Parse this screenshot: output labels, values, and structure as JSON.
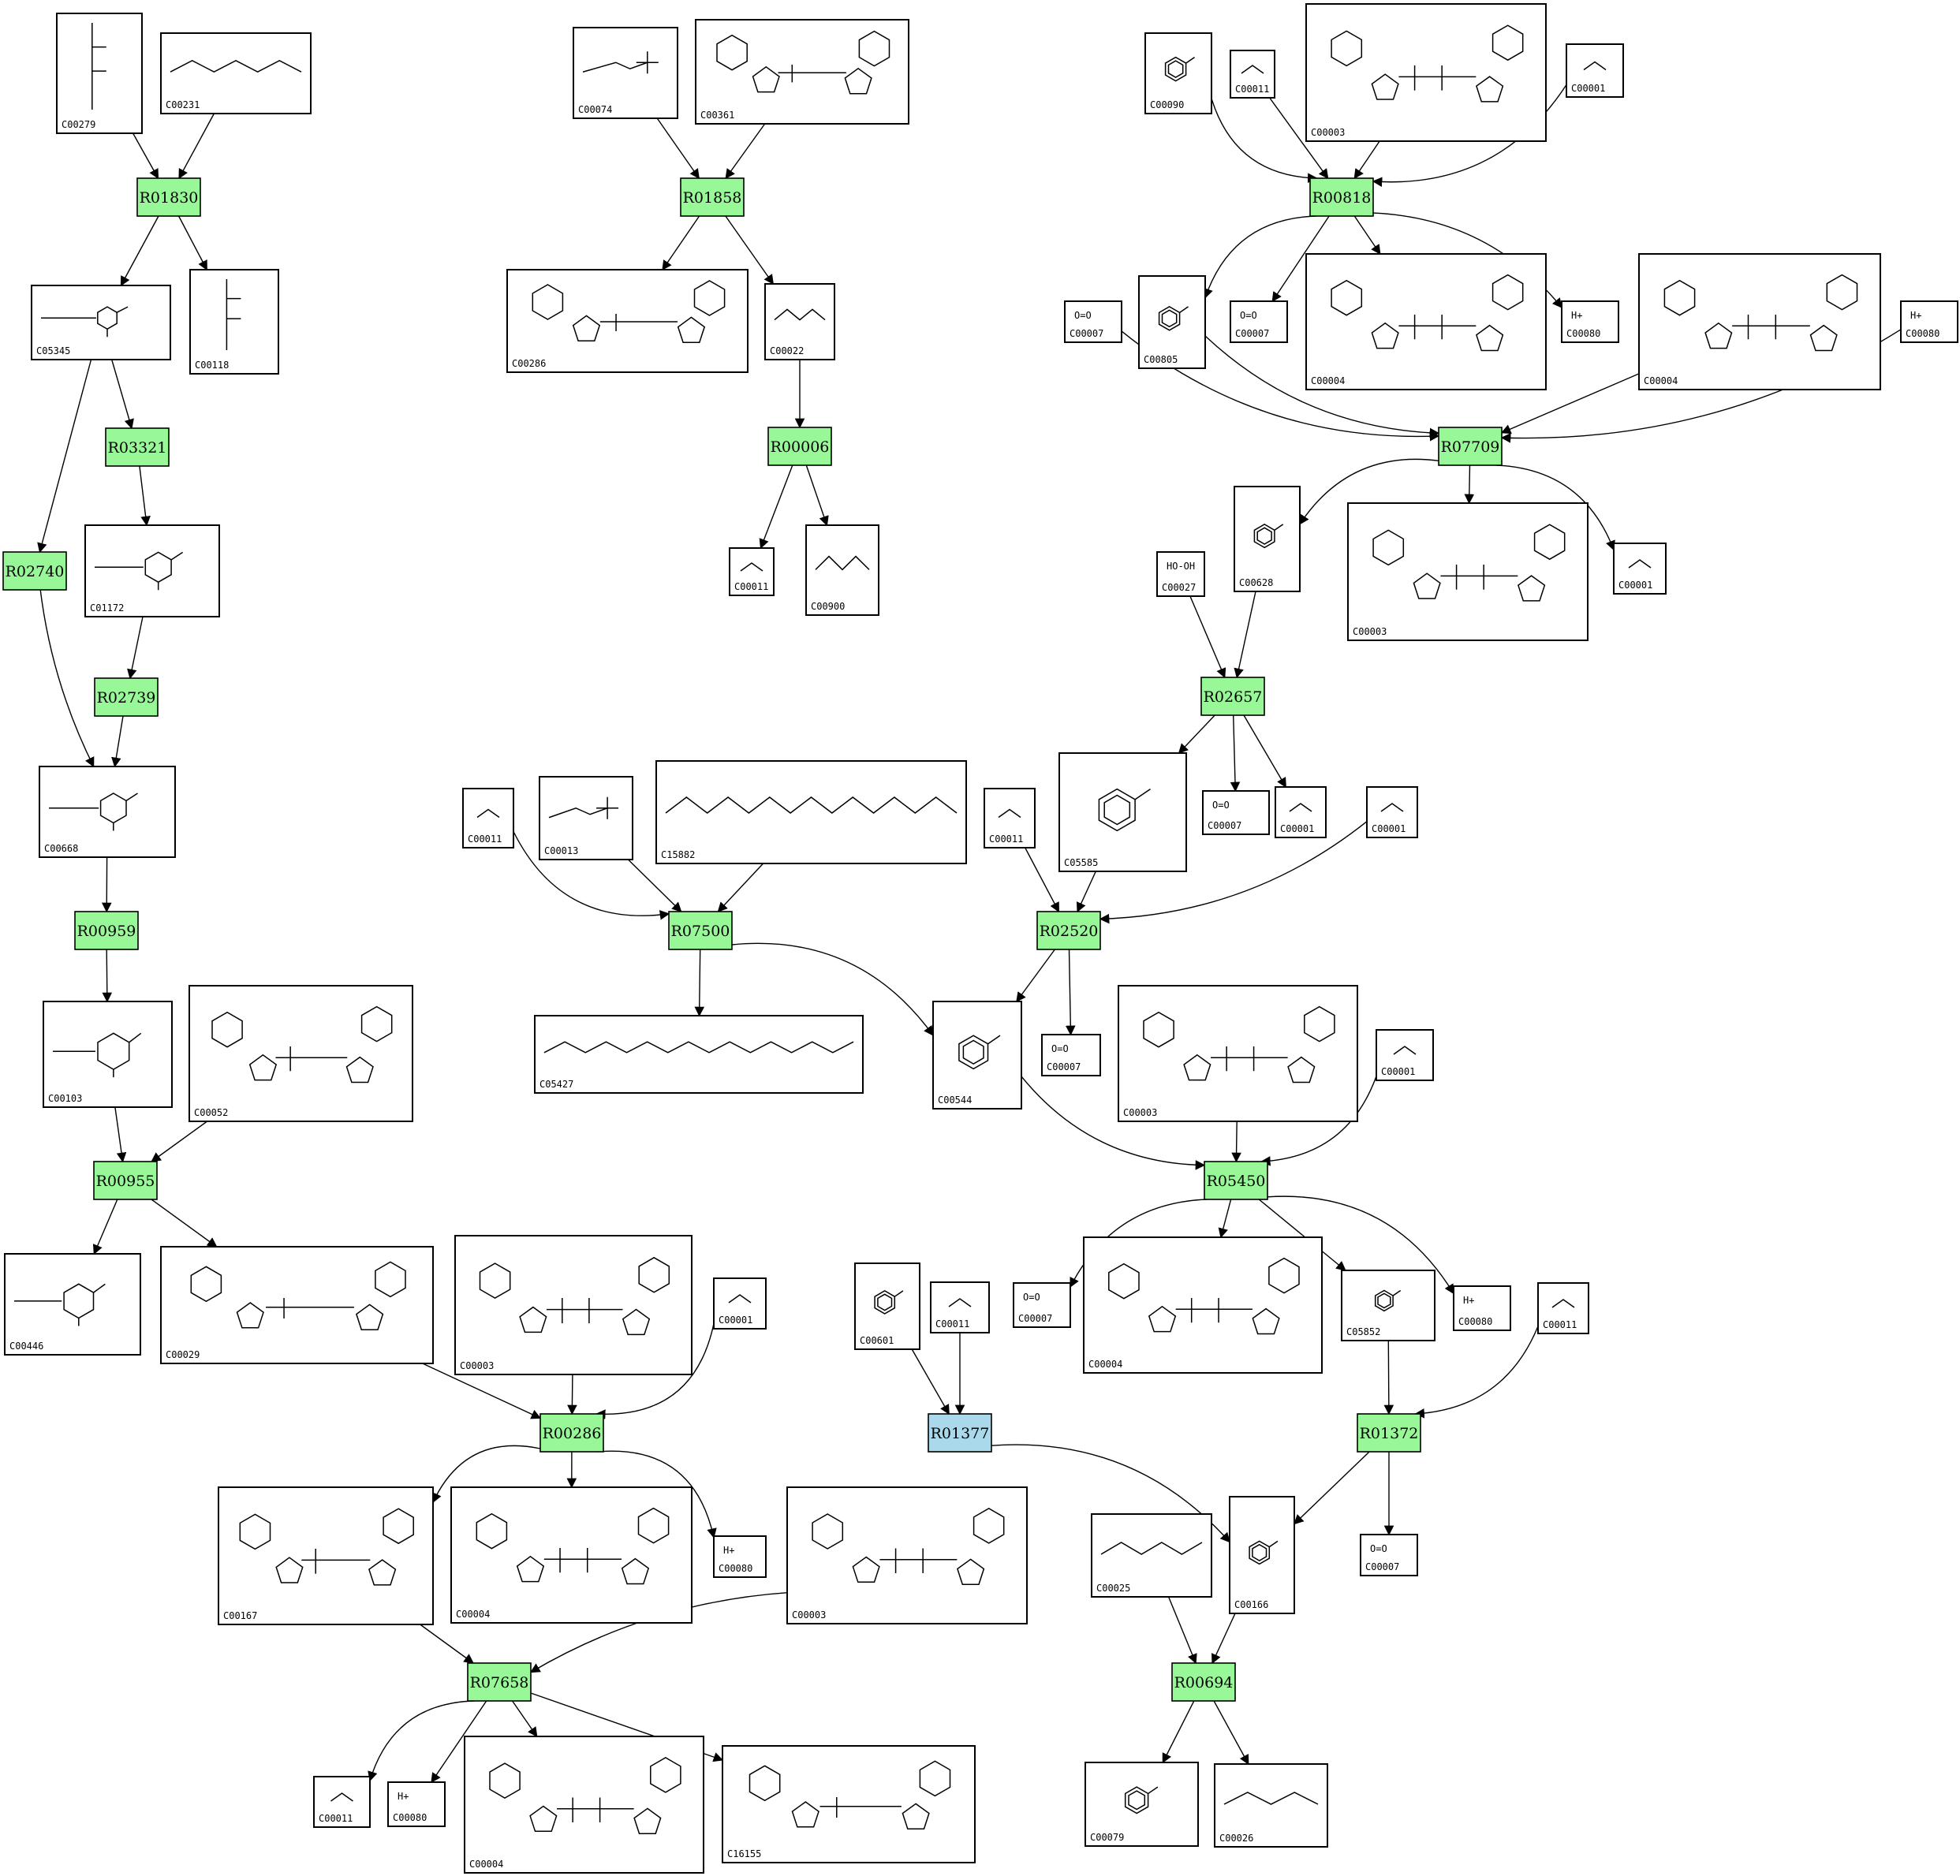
{
  "colors": {
    "reaction_fill": "#98f898",
    "highlight_reaction_fill": "#a9d9ea",
    "compound_fill": "#ffffff",
    "line": "#000000"
  },
  "reactions": [
    {
      "id": "R01830",
      "highlight": false
    },
    {
      "id": "R01858",
      "highlight": false
    },
    {
      "id": "R00818",
      "highlight": false
    },
    {
      "id": "R03321",
      "highlight": false
    },
    {
      "id": "R02740",
      "highlight": false
    },
    {
      "id": "R02739",
      "highlight": false
    },
    {
      "id": "R00006",
      "highlight": false
    },
    {
      "id": "R07709",
      "highlight": false
    },
    {
      "id": "R02657",
      "highlight": false
    },
    {
      "id": "R00959",
      "highlight": false
    },
    {
      "id": "R07500",
      "highlight": false
    },
    {
      "id": "R02520",
      "highlight": false
    },
    {
      "id": "R00955",
      "highlight": false
    },
    {
      "id": "R05450",
      "highlight": false
    },
    {
      "id": "R00286",
      "highlight": false
    },
    {
      "id": "R01377",
      "highlight": true
    },
    {
      "id": "R01372",
      "highlight": false
    },
    {
      "id": "R07658",
      "highlight": false
    },
    {
      "id": "R00694",
      "highlight": false
    }
  ],
  "compounds": [
    {
      "id": "C00279",
      "formula": ""
    },
    {
      "id": "C00231",
      "formula": ""
    },
    {
      "id": "C00074",
      "formula": ""
    },
    {
      "id": "C00361",
      "formula": ""
    },
    {
      "id": "C00090",
      "formula": ""
    },
    {
      "id": "C00011",
      "formula": ""
    },
    {
      "id": "C00003",
      "formula": ""
    },
    {
      "id": "C00001",
      "formula": ""
    },
    {
      "id": "C05345",
      "formula": ""
    },
    {
      "id": "C00118",
      "formula": ""
    },
    {
      "id": "C00286",
      "formula": ""
    },
    {
      "id": "C00022",
      "formula": ""
    },
    {
      "id": "C00007",
      "formula": "O=O"
    },
    {
      "id": "C00805",
      "formula": ""
    },
    {
      "id": "C00007",
      "formula": "O=O"
    },
    {
      "id": "C00004",
      "formula": ""
    },
    {
      "id": "C00080",
      "formula": "H+"
    },
    {
      "id": "C00004",
      "formula": ""
    },
    {
      "id": "C00080",
      "formula": "H+"
    },
    {
      "id": "C01172",
      "formula": ""
    },
    {
      "id": "C00011",
      "formula": ""
    },
    {
      "id": "C00900",
      "formula": ""
    },
    {
      "id": "C00027",
      "formula": "HO-OH"
    },
    {
      "id": "C00628",
      "formula": ""
    },
    {
      "id": "C00003",
      "formula": ""
    },
    {
      "id": "C00001",
      "formula": ""
    },
    {
      "id": "C00668",
      "formula": ""
    },
    {
      "id": "C00011",
      "formula": ""
    },
    {
      "id": "C00013",
      "formula": ""
    },
    {
      "id": "C15882",
      "formula": ""
    },
    {
      "id": "C00011",
      "formula": ""
    },
    {
      "id": "C05585",
      "formula": ""
    },
    {
      "id": "C00007",
      "formula": "O=O"
    },
    {
      "id": "C00001",
      "formula": ""
    },
    {
      "id": "C00001",
      "formula": ""
    },
    {
      "id": "C00103",
      "formula": ""
    },
    {
      "id": "C00052",
      "formula": ""
    },
    {
      "id": "C05427",
      "formula": ""
    },
    {
      "id": "C00544",
      "formula": ""
    },
    {
      "id": "C00007",
      "formula": "O=O"
    },
    {
      "id": "C00003",
      "formula": ""
    },
    {
      "id": "C00001",
      "formula": ""
    },
    {
      "id": "C00446",
      "formula": ""
    },
    {
      "id": "C00029",
      "formula": ""
    },
    {
      "id": "C00003",
      "formula": ""
    },
    {
      "id": "C00001",
      "formula": ""
    },
    {
      "id": "C00601",
      "formula": ""
    },
    {
      "id": "C00011",
      "formula": ""
    },
    {
      "id": "C00007",
      "formula": "O=O"
    },
    {
      "id": "C00004",
      "formula": ""
    },
    {
      "id": "C05852",
      "formula": ""
    },
    {
      "id": "C00080",
      "formula": "H+"
    },
    {
      "id": "C00011",
      "formula": ""
    },
    {
      "id": "C00167",
      "formula": ""
    },
    {
      "id": "C00004",
      "formula": ""
    },
    {
      "id": "C00080",
      "formula": "H+"
    },
    {
      "id": "C00003",
      "formula": ""
    },
    {
      "id": "C00025",
      "formula": ""
    },
    {
      "id": "C00166",
      "formula": ""
    },
    {
      "id": "C00007",
      "formula": "O=O"
    },
    {
      "id": "C00011",
      "formula": ""
    },
    {
      "id": "C00080",
      "formula": "H+"
    },
    {
      "id": "C00004",
      "formula": ""
    },
    {
      "id": "C16155",
      "formula": ""
    },
    {
      "id": "C00079",
      "formula": ""
    },
    {
      "id": "C00026",
      "formula": ""
    }
  ]
}
